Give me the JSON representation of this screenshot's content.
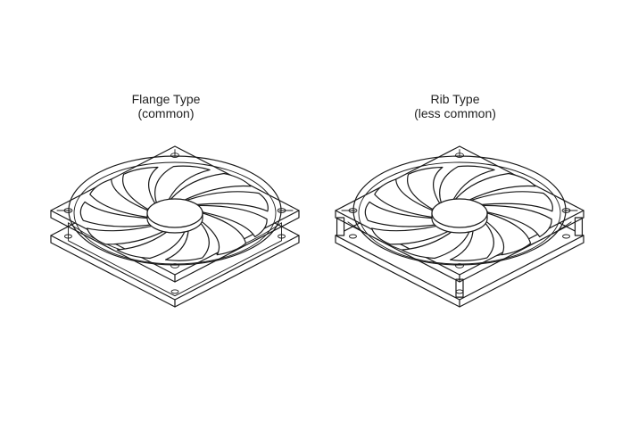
{
  "figures": [
    {
      "id": "flange",
      "title": "Flange Type",
      "subtitle": "(common)"
    },
    {
      "id": "rib",
      "title": "Rib Type",
      "subtitle": "(less common)"
    }
  ],
  "colors": {
    "line": "#1a1a1a",
    "background": "#ffffff"
  },
  "icons": [
    "flange-type-fan-icon",
    "rib-type-fan-icon"
  ]
}
